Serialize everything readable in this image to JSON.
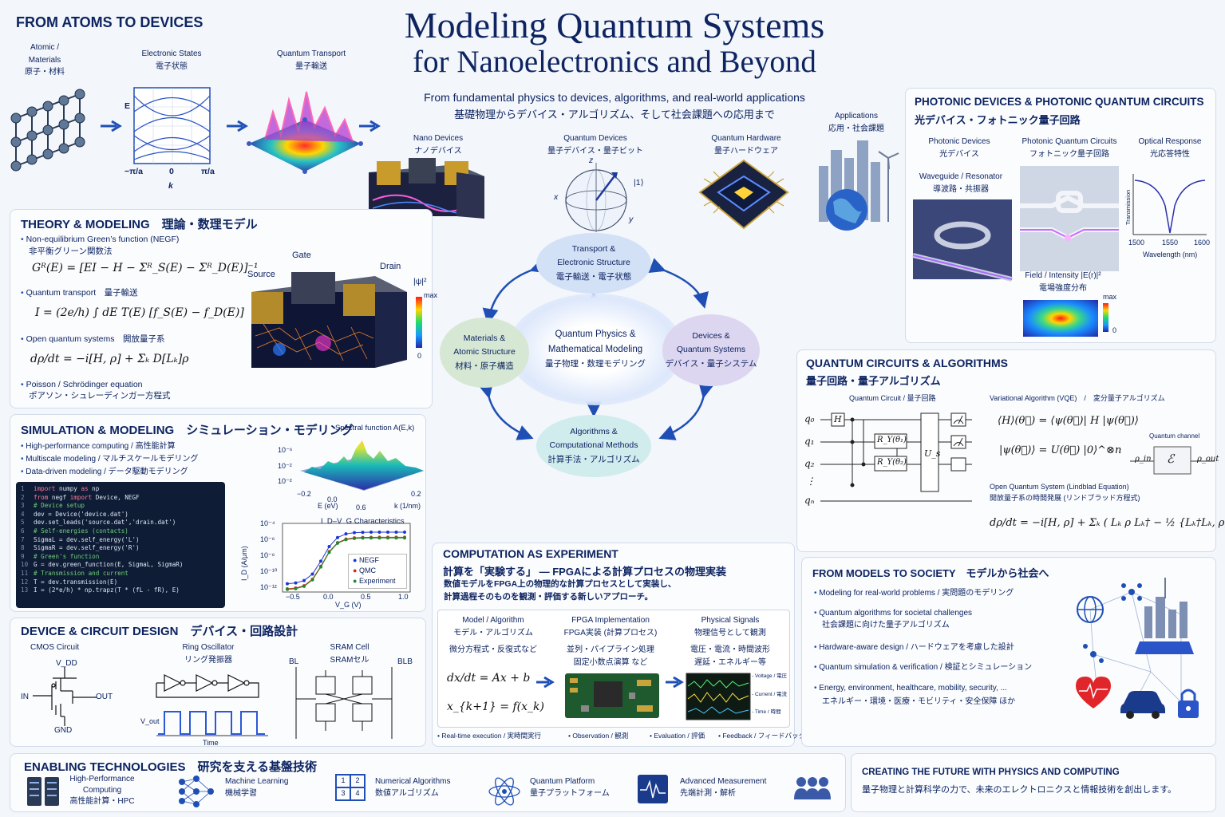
{
  "title": {
    "line1": "Modeling Quantum Systems",
    "line2": "for Nanoelectronics and Beyond",
    "sub_en": "From fundamental physics to devices, algorithms, and real-world applications",
    "sub_jp": "基礎物理からデバイス・アルゴリズム、そして社会課題への応用まで"
  },
  "atoms": {
    "title": "FROM ATOMS TO DEVICES",
    "s1a": "Atomic /",
    "s1b": "Materials",
    "s1c": "原子・材料",
    "s2a": "Electronic States",
    "s2b": "電子状態",
    "s3a": "Quantum Transport",
    "s3b": "量子輸送",
    "e_axis": "E",
    "k_axis": "k",
    "tick_left": "−π/a",
    "tick_mid": "0",
    "tick_right": "π/a"
  },
  "pipeline": {
    "nano_en": "Nano Devices",
    "nano_jp": "ナノデバイス",
    "qd_en": "Quantum Devices",
    "qd_jp": "量子デバイス・量子ビット",
    "qh_en": "Quantum Hardware",
    "qh_jp": "量子ハードウェア",
    "app_en": "Applications",
    "app_jp": "応用・社会課題",
    "bloch_z": "z",
    "bloch_x": "x",
    "bloch_y": "y",
    "bloch_ket": "|1⟩"
  },
  "theory": {
    "title": "THEORY & MODELING　理論・数理モデル",
    "b1": "Non-equilibrium Green’s function (NEGF)",
    "b1jp": "非平衡グリーン関数法",
    "eq1": "Gᴿ(E) = [EI − H − Σᴿ_S(E) − Σᴿ_D(E)]⁻¹",
    "b2": "Quantum transport　量子輸送",
    "eq2": "I = (2e/h) ∫ dE T(E) [f_S(E) − f_D(E)]",
    "b3": "Open quantum systems　開放量子系",
    "eq3": "dρ/dt = −i[H, ρ] + Σₖ D[Lₖ]ρ",
    "b4": "Poisson / Schrödinger equation",
    "b4jp": "ポアソン・シュレーディンガー方程式",
    "gate": "Gate",
    "source": "Source",
    "drain": "Drain",
    "psi": "|ψ|²",
    "cmax": "max",
    "cmin": "0"
  },
  "simulation": {
    "title": "SIMULATION & MODELING　シミュレーション・モデリング",
    "b1": "High-performance computing / 高性能計算",
    "b2": "Multiscale modeling / マルチスケールモデリング",
    "b3": "Data-driven modeling / データ駆動モデリング",
    "spec_title": "Spectral function A(E,k)",
    "z1": "10⁻⁶",
    "z2": "10⁻²",
    "z3": "10⁻²",
    "e_lab": "E (eV)",
    "k_lab": "k (1/nm)",
    "xt1": "−0.2",
    "xt2": "0.0",
    "xt3": "0.6",
    "xt4": "0.2",
    "iv_title": "I_D–V_G Characteristics",
    "ylabel": "I_D (A/μm)",
    "xlabel": "V_G (V)",
    "yt": [
      "10⁻⁴",
      "10⁻⁶",
      "10⁻⁶",
      "10⁻¹⁰",
      "10⁻¹²"
    ],
    "xt": [
      "−0.5",
      "0.0",
      "0.5",
      "1.0"
    ],
    "leg1": "NEGF",
    "leg2": "QMC",
    "leg3": "Experiment"
  },
  "code": [
    {
      "n": "1",
      "a": "import",
      "b": " numpy ",
      "c": "as",
      "d": " np",
      "t": "kw"
    },
    {
      "n": "2",
      "a": "from",
      "b": " negf ",
      "c": "import",
      "d": " Device, NEGF",
      "t": "kw"
    },
    {
      "n": "3",
      "x": "# Device setup",
      "t": "cm"
    },
    {
      "n": "4",
      "x": "dev = Device('device.dat')",
      "t": "pl"
    },
    {
      "n": "5",
      "x": "dev.set_leads('source.dat','drain.dat')",
      "t": "pl"
    },
    {
      "n": "6",
      "x": "# Self-energies (contacts)",
      "t": "cm"
    },
    {
      "n": "7",
      "x": "SigmaL = dev.self_energy('L')",
      "t": "pl"
    },
    {
      "n": "8",
      "x": "SigmaR = dev.self_energy('R')",
      "t": "pl"
    },
    {
      "n": "9",
      "x": "# Green's function",
      "t": "cm"
    },
    {
      "n": "10",
      "x": "G = dev.green_function(E, SigmaL, SigmaR)",
      "t": "pl"
    },
    {
      "n": "11",
      "x": "# Transmission and current",
      "t": "cm"
    },
    {
      "n": "12",
      "x": "T = dev.transmission(E)",
      "t": "pl"
    },
    {
      "n": "13",
      "x": "I = (2*e/h) * np.trapz(T * (fL - fR), E)",
      "t": "pl"
    }
  ],
  "cycle": {
    "center1": "Quantum Physics &",
    "center2": "Mathematical Modeling",
    "center3": "量子物理・数理モデリング",
    "top1": "Transport &",
    "top2": "Electronic Structure",
    "top3": "電子輸送・電子状態",
    "left1": "Materials &",
    "left2": "Atomic Structure",
    "left3": "材料・原子構造",
    "right1": "Devices &",
    "right2": "Quantum Systems",
    "right3": "デバイス・量子システム",
    "bot1": "Algorithms &",
    "bot2": "Computational Methods",
    "bot3": "計算手法・アルゴリズム"
  },
  "photonic": {
    "title": "PHOTONIC DEVICES & PHOTONIC QUANTUM CIRCUITS",
    "title_jp": "光デバイス・フォトニック量子回路",
    "pd_en": "Photonic Devices",
    "pd_jp": "光デバイス",
    "pqc_en": "Photonic Quantum Circuits",
    "pqc_jp": "フォトニック量子回路",
    "or_en": "Optical Response",
    "or_jp": "光応答特性",
    "wg_en": "Waveguide / Resonator",
    "wg_jp": "導波路・共振器",
    "trans": "Transmission",
    "wx1": "1500",
    "wx2": "1550",
    "wx3": "1600",
    "wl": "Wavelength (nm)",
    "field_en": "Field / Intensity |E(r)|²",
    "field_jp": "電場強度分布",
    "fmax": "max",
    "fmin": "0"
  },
  "qcircuits": {
    "title": "QUANTUM CIRCUITS & ALGORITHMS",
    "title_jp": "量子回路・量子アルゴリズム",
    "circ_label": "Quantum Circuit / 量子回路",
    "q0": "q₀",
    "q1": "q₁",
    "q2": "q₂",
    "qdots": "⋮",
    "qn": "qₙ",
    "h": "H",
    "ry1": "R_Y(θ₁)",
    "ry2": "R_Y(θ₂)",
    "u": "U_s",
    "vqe": "Variational Algorithm (VQE)　/　変分量子アルゴリズム",
    "vqe_eq1": "⟨H⟩(θ⃗) = ⟨ψ(θ⃗)| H |ψ(θ⃗)⟩",
    "vqe_eq2": "|ψ(θ⃗)⟩ = U(θ⃗) |0⟩^⊗n",
    "channel": "Quantum channel",
    "rho_in": "ρ_in",
    "rho_out": "ρ_out",
    "ch_sym": "ℰ",
    "open_en": "Open Quantum System (Lindblad Equation)",
    "open_jp": "開放量子系の時間発展 (リンドブラッド方程式)",
    "lind": "dρ/dt = −i[H, ρ] + Σₖ ( Lₖ ρ Lₖ† − ½ {Lₖ†Lₖ, ρ} )"
  },
  "computation": {
    "title": "COMPUTATION AS EXPERIMENT",
    "title_jp": "計算を「実験する」 — FPGAによる計算プロセスの物理実装",
    "desc1": "数値モデルをFPGA上の物理的な計算プロセスとして実装し、",
    "desc2": "計算過程そのものを観測・評価する新しいアプローチ。",
    "c1a": "Model / Algorithm",
    "c1b": "モデル・アルゴリズム",
    "c1c": "微分方程式・反復式など",
    "c2a": "FPGA Implementation",
    "c2b": "FPGA実装 (計算プロセス)",
    "c2c": "並列・パイプライン処理",
    "c2d": "固定小数点演算 など",
    "c3a": "Physical Signals",
    "c3b": "物理信号として観測",
    "c3c": "電圧・電流・時間波形",
    "c3d": "遅延・エネルギー等",
    "eqa": "dx/dt = Ax + b",
    "eqb": "x_{k+1} = f(x_k)",
    "sig1": "- Voltage / 電圧",
    "sig2": "- Current / 電流",
    "sig3": "- Time / 時間",
    "f1": "• Real-time execution / 実時間実行",
    "f2": "• Observation / 観測",
    "f3": "• Evaluation / 評価",
    "f4": "• Feedback / フィードバック"
  },
  "society": {
    "title": "FROM MODELS TO SOCIETY　モデルから社会へ",
    "b1": "Modeling for real-world problems / 実問題のモデリング",
    "b2": "Quantum algorithms for societal challenges",
    "b2jp": "社会課題に向けた量子アルゴリズム",
    "b3": "Hardware-aware design / ハードウェアを考慮した設計",
    "b4": "Quantum simulation & verification / 検証とシミュレーション",
    "b5": "Energy, environment, healthcare, mobility, security, ...",
    "b5jp": "エネルギー・環境・医療・モビリティ・安全保障 ほか"
  },
  "device": {
    "title": "DEVICE & CIRCUIT DESIGN　デバイス・回路設計",
    "cmos": "CMOS Circuit",
    "vdd": "V_DD",
    "gnd": "GND",
    "in": "IN",
    "out": "OUT",
    "ring_en": "Ring Oscillator",
    "ring_jp": "リング発振器",
    "vout": "V_out",
    "time": "Time",
    "sram_en": "SRAM Cell",
    "sram_jp": "SRAMセル",
    "bl": "BL",
    "blb": "BLB"
  },
  "enabling": {
    "title": "ENABLING TECHNOLOGIES　研究を支える基盤技術",
    "t1a": "High-Performance",
    "t1b": "Computing",
    "t1c": "高性能計算・HPC",
    "t2a": "Machine Learning",
    "t2b": "機械学習",
    "t3a": "Numerical Algorithms",
    "t3b": "数値アルゴリズム",
    "t4a": "Quantum Platform",
    "t4b": "量子プラットフォーム",
    "t5a": "Advanced Measurement",
    "t5b": "先端計測・解析",
    "g1": "1",
    "g2": "2",
    "g3": "3",
    "g4": "4"
  },
  "future": {
    "title": "CREATING THE FUTURE WITH PHYSICS AND COMPUTING",
    "jp": "量子物理と計算科学の力で、未来のエレクトロニクスと情報技術を創出します。"
  },
  "colors": {
    "navy": "#0d2461",
    "accent": "#1f4fb5",
    "bg": "#f3f6fb"
  }
}
